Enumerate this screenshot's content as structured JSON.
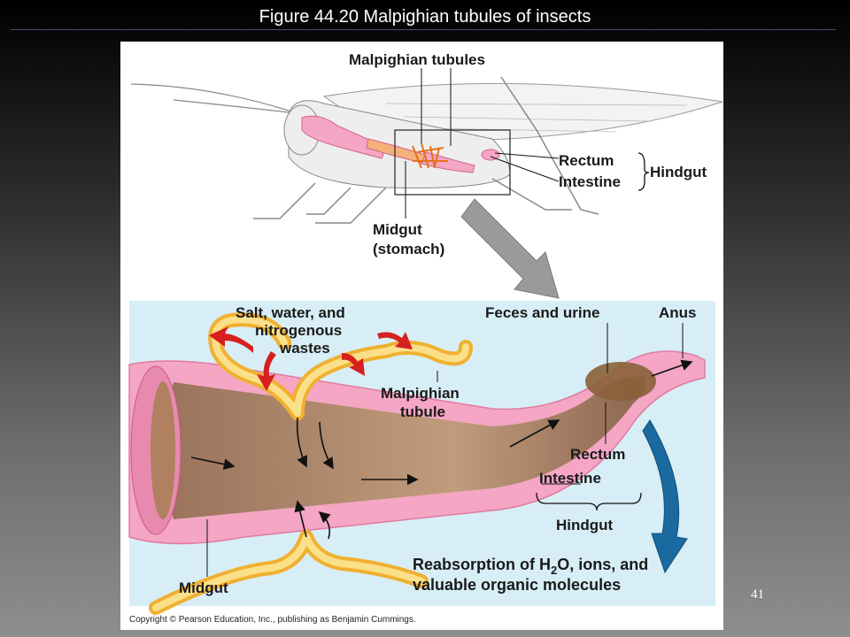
{
  "slide": {
    "title": "Figure 44.20  Malpighian tubules of insects",
    "page_number": "41"
  },
  "top_diagram": {
    "malpighian_tubules": "Malpighian tubules",
    "rectum": "Rectum",
    "intestine": "Intestine",
    "hindgut": "Hindgut",
    "midgut": "Midgut",
    "stomach": "(stomach)"
  },
  "detail_diagram": {
    "salt_line1": "Salt, water, and",
    "salt_line2": "nitrogenous",
    "salt_line3": "wastes",
    "feces_urine": "Feces and urine",
    "anus": "Anus",
    "tubule_line1": "Malpighian",
    "tubule_line2": "tubule",
    "rectum": "Rectum",
    "intestine": "Intestine",
    "hindgut": "Hindgut",
    "midgut": "Midgut",
    "reabsorption_line1_a": "Reabsorption of H",
    "reabsorption_sub1": "2",
    "reabsorption_line1_b": "O, ions, and",
    "reabsorption_line2": "valuable organic molecules"
  },
  "copyright": "Copyright © Pearson Education, Inc., publishing as Benjamin Cummings.",
  "colors": {
    "tubule_yellow": "#f5c84c",
    "gut_pink": "#f4a6c4",
    "detail_bg": "#d8eef6",
    "flow_arrow_red": "#d62020",
    "reabsorption_arrow_blue": "#1a6aa0"
  }
}
